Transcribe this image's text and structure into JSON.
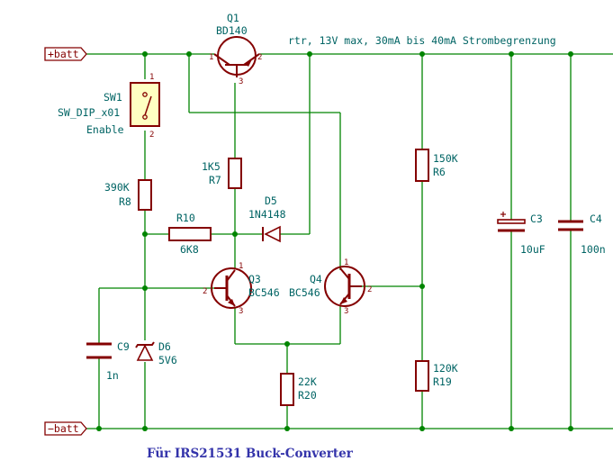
{
  "nets": {
    "vplus": "+batt",
    "vminus": "−batt"
  },
  "note": "rtr, 13V max, 30mA bis 40mA Strombegrenzung",
  "footer": "Für IRS21531 Buck-Converter",
  "components": {
    "q1": {
      "ref": "Q1",
      "value": "BD140",
      "pins": [
        "1",
        "2",
        "3"
      ]
    },
    "sw1": {
      "ref": "SW1",
      "value": "SW_DIP_x01",
      "extra": "Enable",
      "pins": [
        "1",
        "2"
      ]
    },
    "r7": {
      "ref": "R7",
      "value": "1K5"
    },
    "r8": {
      "ref": "R8",
      "value": "390K"
    },
    "r10": {
      "ref": "R10",
      "value": "6K8"
    },
    "d5": {
      "ref": "D5",
      "value": "1N4148"
    },
    "r6": {
      "ref": "R6",
      "value": "150K"
    },
    "c3": {
      "ref": "C3",
      "value": "10uF"
    },
    "c4": {
      "ref": "C4",
      "value": "100n"
    },
    "q3": {
      "ref": "Q3",
      "value": "BC546",
      "pins": [
        "1",
        "2",
        "3"
      ]
    },
    "q4": {
      "ref": "Q4",
      "value": "BC546",
      "pins": [
        "1",
        "2",
        "3"
      ]
    },
    "c9": {
      "ref": "C9",
      "value": "1n"
    },
    "d6": {
      "ref": "D6",
      "value": "5V6"
    },
    "r20": {
      "ref": "R20",
      "value": "22K"
    },
    "r19": {
      "ref": "R19",
      "value": "120K"
    }
  }
}
